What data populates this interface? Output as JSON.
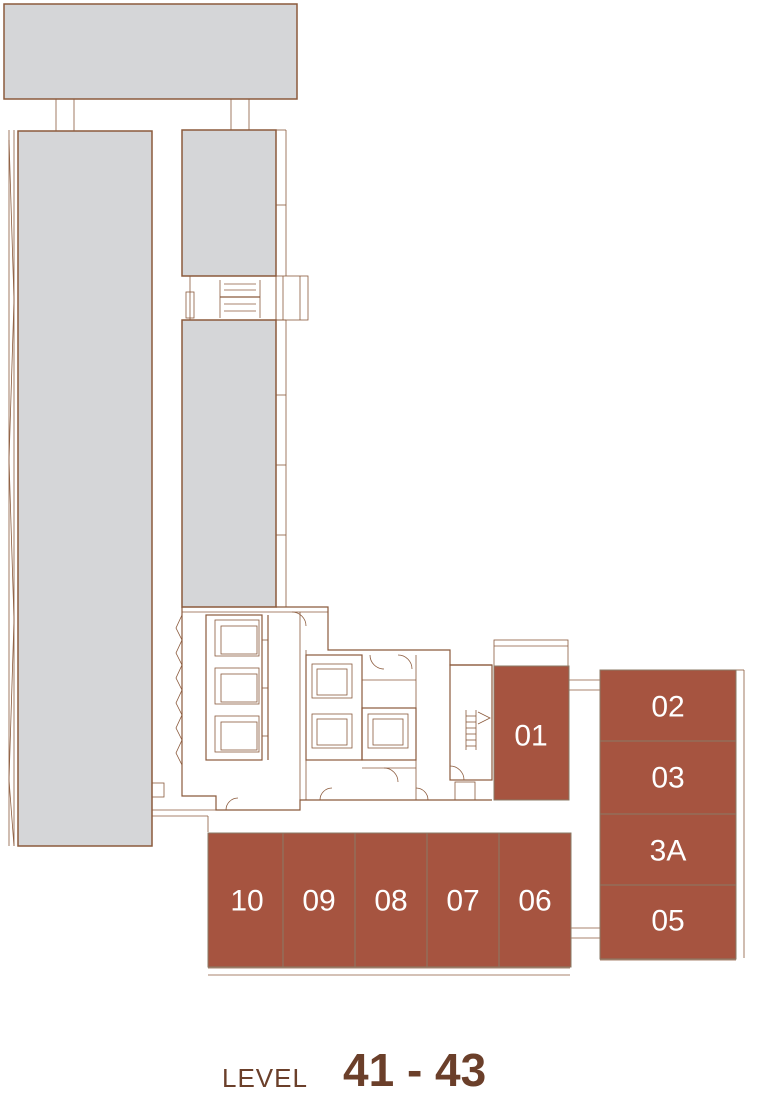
{
  "colors": {
    "unit_fill": "#a65440",
    "structure_line": "#8b5a3c",
    "block_fill": "#d5d6d8",
    "level_text": "#6b3f2a"
  },
  "units": [
    {
      "id": "01",
      "label": "01"
    },
    {
      "id": "02",
      "label": "02"
    },
    {
      "id": "03",
      "label": "03"
    },
    {
      "id": "3a",
      "label": "3A"
    },
    {
      "id": "05",
      "label": "05"
    },
    {
      "id": "06",
      "label": "06"
    },
    {
      "id": "07",
      "label": "07"
    },
    {
      "id": "08",
      "label": "08"
    },
    {
      "id": "09",
      "label": "09"
    },
    {
      "id": "10",
      "label": "10"
    }
  ],
  "level": {
    "word": "LEVEL",
    "range": "41 - 43"
  }
}
